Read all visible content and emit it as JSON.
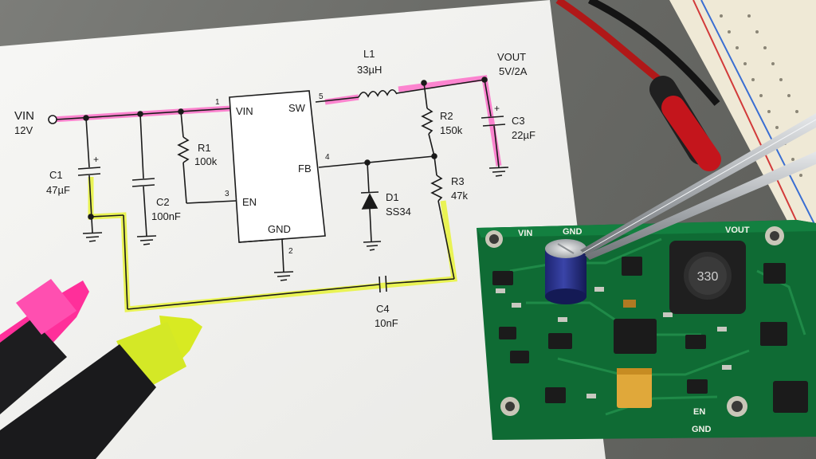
{
  "colors": {
    "highlight_pink": "#ff5fc4",
    "highlight_yellow": "#e8f33a",
    "pcb_green": "#0f6b34",
    "paper": "#f4f4f2",
    "desk": "#6e6f6b"
  },
  "schematic": {
    "vin_label": "VIN",
    "vin_voltage": "12V",
    "vout_label": "VOUT",
    "vout_rating": "5V/2A",
    "c1": {
      "ref": "C1",
      "value": "47µF"
    },
    "c2": {
      "ref": "C2",
      "value": "100nF"
    },
    "c3": {
      "ref": "C3",
      "value": "22µF"
    },
    "c4": {
      "ref": "C4",
      "value": "10nF"
    },
    "r1": {
      "ref": "R1",
      "value": "100k"
    },
    "r2": {
      "ref": "R2",
      "value": "150k"
    },
    "r3": {
      "ref": "R3",
      "value": "47k"
    },
    "l1": {
      "ref": "L1",
      "value": "33µH"
    },
    "d1": {
      "ref": "D1",
      "value": "SS34"
    },
    "ic": {
      "pin_vin": "VIN",
      "pin_sw": "SW",
      "pin_fb": "FB",
      "pin_en": "EN",
      "pin_gnd": "GND",
      "pin_num_1": "1",
      "pin_num_2": "2",
      "pin_num_3": "3",
      "pin_num_4": "4",
      "pin_num_5": "5"
    },
    "plus_sign": "+"
  },
  "pcb": {
    "silk_vin": "VIN",
    "silk_gnd_top": "GND",
    "silk_vout": "VOUT",
    "silk_en": "EN",
    "silk_gnd_bottom": "GND",
    "inductor_marking": "330"
  }
}
